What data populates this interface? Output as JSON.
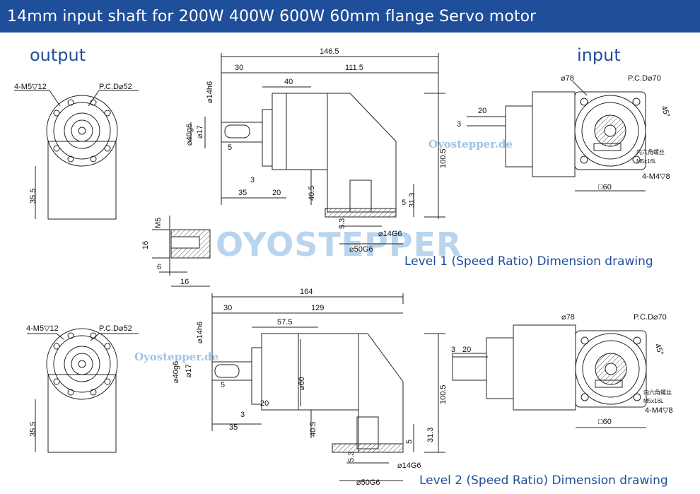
{
  "header": {
    "title": "14mm input shaft for 200W 400W 600W 60mm flange Servo motor"
  },
  "labels": {
    "output": "output",
    "input": "input"
  },
  "captions": {
    "level1": "Level 1 (Speed Ratio) Dimension drawing",
    "level2": "Level 2 (Speed Ratio) Dimension drawing"
  },
  "watermarks": {
    "small": "Oyostepper.de",
    "large": "OYOSTEPPER"
  },
  "colors": {
    "header_bg": "#1f4e9a",
    "label_blue": "#1f4e9a",
    "caption_blue": "#1f4e9a",
    "line": "#222222",
    "hatch": "#555555",
    "watermark": "#9ec3e6"
  },
  "dims": {
    "l1": {
      "overall": "146.5",
      "shaft_len": "30",
      "body_len": "111.5",
      "flange_len": "40",
      "shaft_dia": "⌀14h6",
      "pilot_dia": "⌀40g6",
      "key_dia": "⌀17",
      "key_w": "5",
      "gap3": "3",
      "d35": "35",
      "d20": "20",
      "d40_5": "40.5",
      "h100_5": "100.5",
      "d31_3": "31.3",
      "d5": "5",
      "d5_3": "5.3",
      "in_shaft": "⌀14G6",
      "in_pilot": "⌀50G6",
      "out_holes": "4-M5▽12",
      "out_pcd": "P.C.D⌀52",
      "out_h": "35.5",
      "in_d78": "⌀78",
      "in_pcd": "P.C.D⌀70",
      "in_angle": "45°",
      "in_sq": "□60",
      "in_holes": "4-M4▽8",
      "in_d20": "20",
      "in_d3": "3",
      "screw_cn": "内六角螺丝",
      "screw": "M5x16L"
    },
    "detail": {
      "m5": "M5",
      "d16v": "16",
      "d6": "6",
      "d16h": "16"
    },
    "l2": {
      "overall": "164",
      "shaft_len": "30",
      "body_len": "129",
      "flange_len": "57.5",
      "shaft_dia": "⌀14h6",
      "pilot_dia": "⌀40g6",
      "key_dia": "⌀17",
      "key_w": "5",
      "gap3": "3",
      "d35": "35",
      "d20": "20",
      "d60": "⌀60",
      "d40_5": "40.5",
      "h100_5": "100.5",
      "d31_3": "31.3",
      "d5": "5",
      "d5_3": "5.3",
      "in_shaft": "⌀14G6",
      "in_pilot": "⌀50G6",
      "out_holes": "4-M5▽12",
      "out_pcd": "P.C.D⌀52",
      "out_h": "35.5",
      "in_d78": "⌀78",
      "in_pcd": "P.C.D⌀70",
      "in_angle": "45°",
      "in_sq": "□60",
      "in_holes": "4-M4▽8",
      "in_d20": "20",
      "in_d3": "3",
      "screw_cn": "内六角螺丝",
      "screw": "M5x16L"
    }
  }
}
